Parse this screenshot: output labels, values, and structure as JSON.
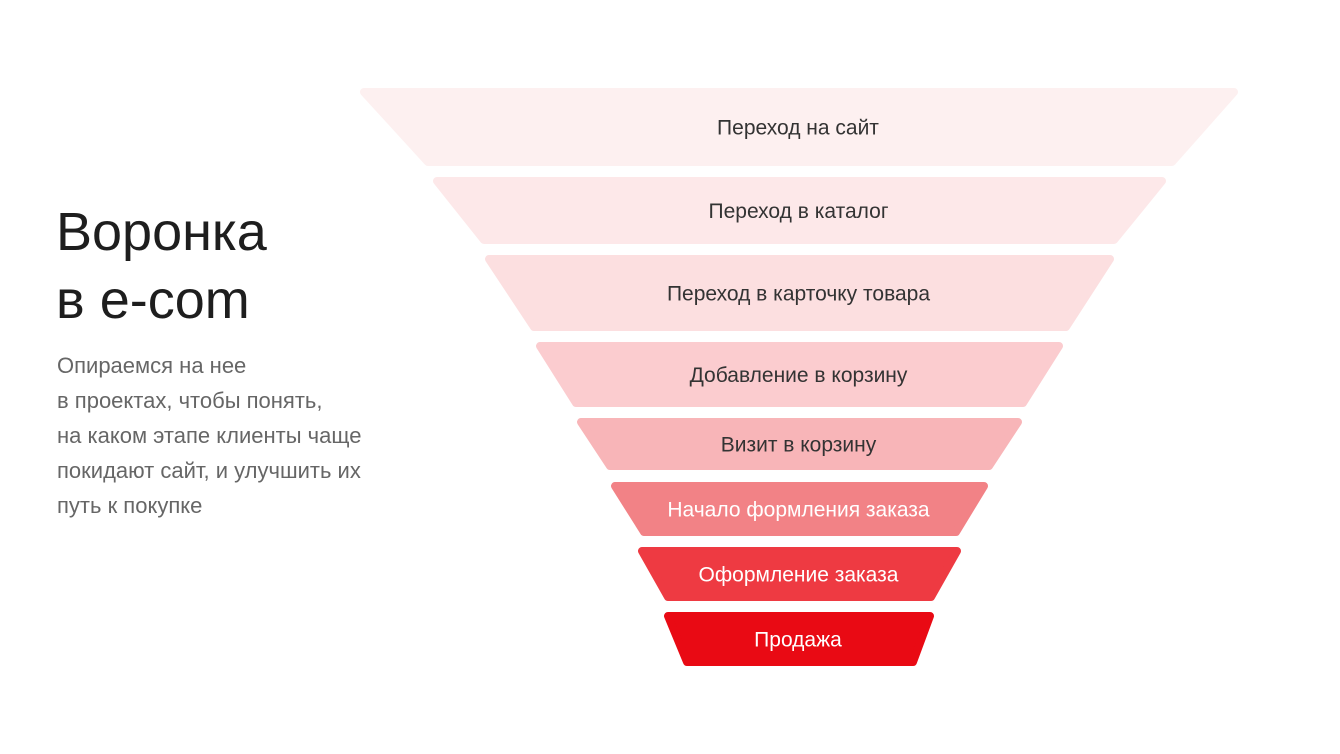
{
  "title": {
    "lines": [
      "Воронка",
      "в e-com"
    ]
  },
  "description": {
    "lines": [
      "Опираемся на нее",
      "в проектах, чтобы понять,",
      "на каком этапе клиенты чаще",
      "покидают сайт, и улучшить их",
      "путь к покупке"
    ]
  },
  "funnel": {
    "stages": [
      {
        "label": "Переход на сайт",
        "color": "#fdf0f0",
        "text_color": "#333333"
      },
      {
        "label": "Переход в каталог",
        "color": "#fde8e9",
        "text_color": "#333333"
      },
      {
        "label": "Переход в карточку товара",
        "color": "#fcdfe0",
        "text_color": "#333333"
      },
      {
        "label": "Добавление в корзину",
        "color": "#fbcccf",
        "text_color": "#333333"
      },
      {
        "label": "Визит в корзину",
        "color": "#f8b5b8",
        "text_color": "#333333"
      },
      {
        "label": "Начало формления заказа",
        "color": "#f28286",
        "text_color": "#ffffff"
      },
      {
        "label": "Оформление заказа",
        "color": "#ee3a42",
        "text_color": "#ffffff"
      },
      {
        "label": "Продажа",
        "color": "#e90a14",
        "text_color": "#ffffff"
      }
    ]
  }
}
